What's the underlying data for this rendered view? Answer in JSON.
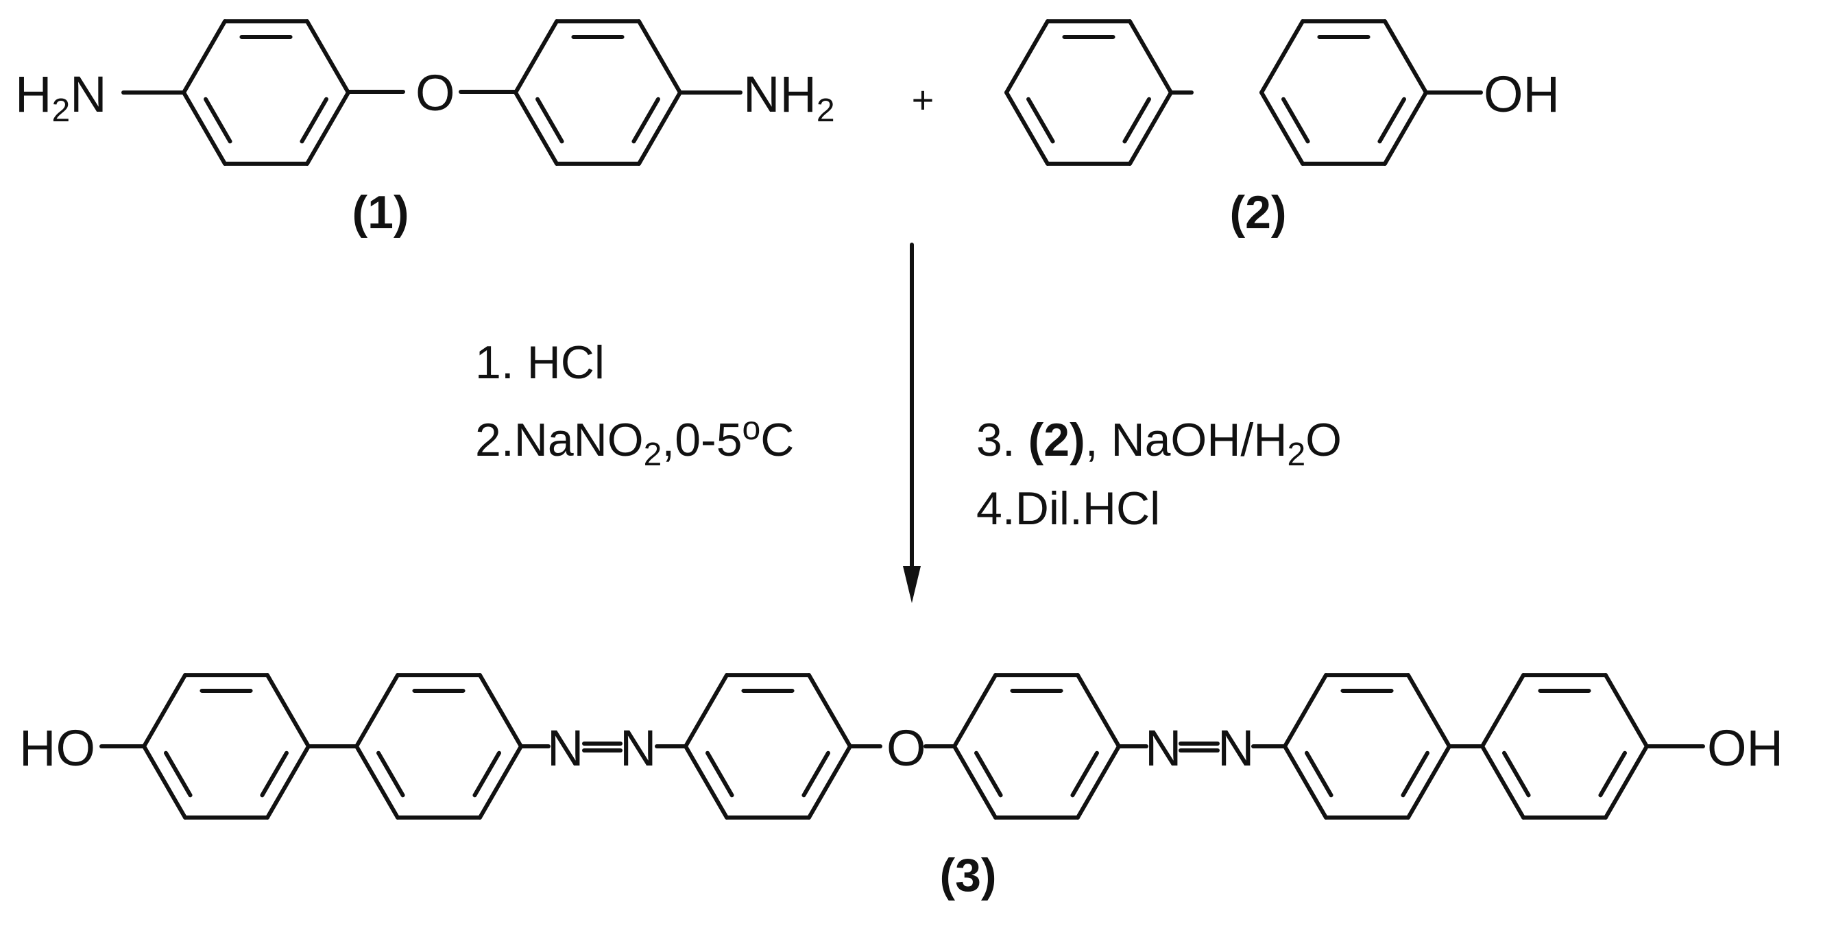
{
  "reactant1": {
    "left_group": "H",
    "left_group_sub": "2",
    "left_group_tail": "N",
    "bridge_atom": "O",
    "right_group": "NH",
    "right_group_sub": "2",
    "label": "(1)"
  },
  "plus_sign": "+",
  "reactant2": {
    "group": "OH",
    "label": "(2)"
  },
  "conditions_left": {
    "line1": "1. HCl",
    "line2_main": "2.NaNO",
    "line2_sub": "2",
    "line2_tail": ",0-5",
    "line2_sup": "o",
    "line2_end": "C"
  },
  "conditions_right": {
    "line1_prefix": "3. ",
    "line1_bold": "(2)",
    "line1_mid": ", NaOH/H",
    "line1_sub": "2",
    "line1_end": "O",
    "line2": "4.Dil.HCl"
  },
  "product": {
    "left_group": "HO",
    "azo_left_n1": "N",
    "azo_left_n2": "N",
    "bridge_atom": "O",
    "azo_right_n1": "N",
    "azo_right_n2": "N",
    "right_group": "OH",
    "label": "(3)"
  },
  "colors": {
    "ink": "#111111",
    "background": "#ffffff"
  }
}
